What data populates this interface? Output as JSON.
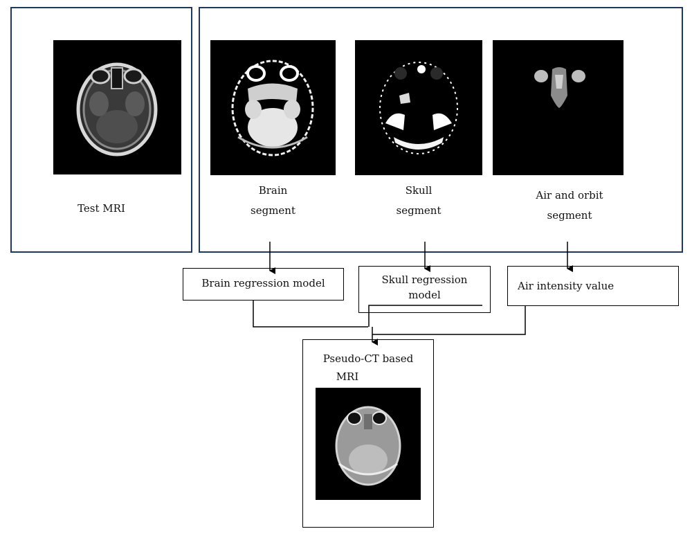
{
  "input_panel": {
    "label": "Test MRI"
  },
  "segments": [
    {
      "line1": "Brain",
      "line2": "segment"
    },
    {
      "line1": "Skull",
      "line2": "segment"
    },
    {
      "line1": "Air and orbit",
      "line2": "segment"
    }
  ],
  "models": {
    "brain": "Brain regression model",
    "skull_line1": "Skull regression",
    "skull_line2": "model",
    "air": "Air intensity value"
  },
  "output": {
    "line1": "Pseudo-CT based",
    "line2": "MRI"
  }
}
